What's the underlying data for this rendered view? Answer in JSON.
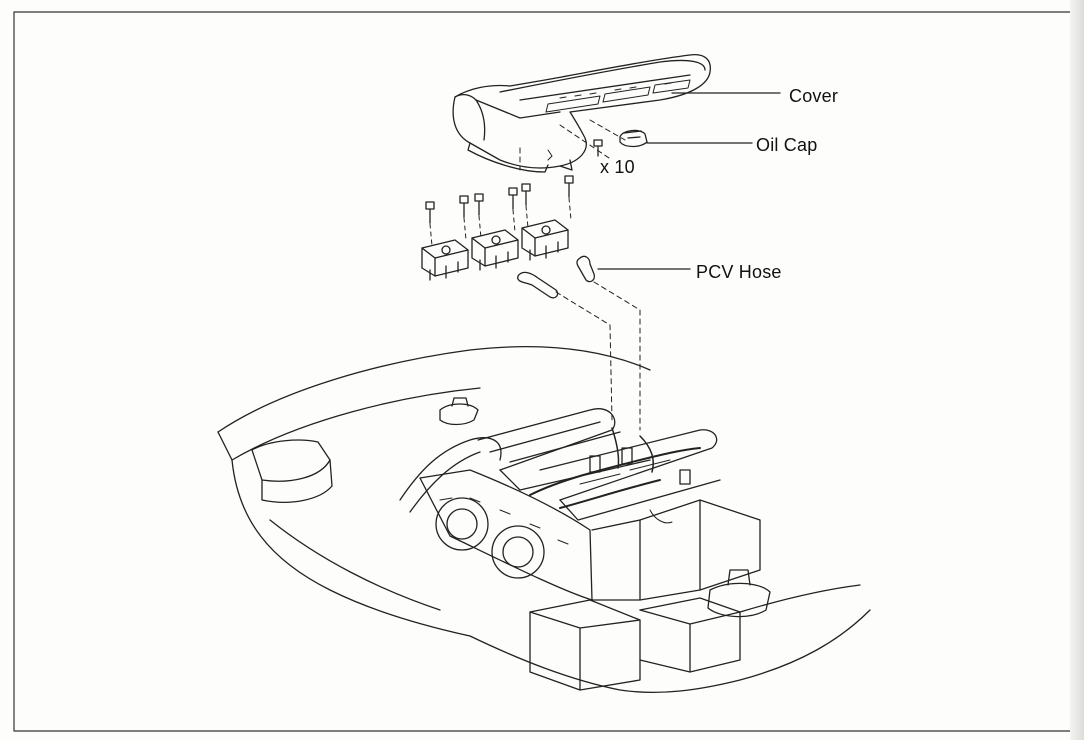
{
  "labels": {
    "cover": "Cover",
    "oil_cap": "Oil Cap",
    "quantity": "x 10",
    "pcv_hose": "PCV Hose"
  }
}
